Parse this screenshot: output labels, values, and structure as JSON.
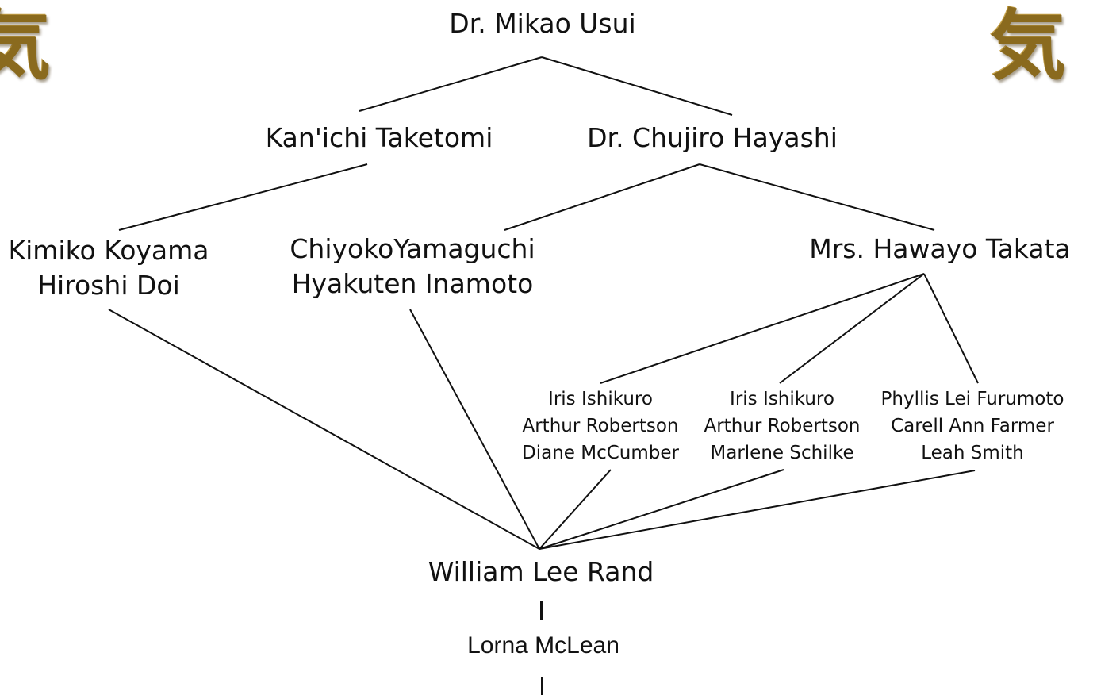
{
  "diagram": {
    "root": "Dr. Mikao Usui",
    "gen2_left": "Kan'ichi Taketomi",
    "gen2_right": "Dr. Chujiro Hayashi",
    "gen3_a": [
      "Kimiko Koyama",
      "Hiroshi Doi"
    ],
    "gen3_b": [
      "ChiyokoYamaguchi",
      "Hyakuten Inamoto"
    ],
    "gen3_c": "Mrs. Hawayo Takata",
    "gen4_a": [
      "Iris Ishikuro",
      "Arthur Robertson",
      "Diane McCumber"
    ],
    "gen4_b": [
      "Iris Ishikuro",
      "Arthur Robertson",
      "Marlene Schilke"
    ],
    "gen4_c": [
      "Phyllis Lei Furumoto",
      "Carell Ann Farmer",
      "Leah Smith"
    ],
    "gen5": "William Lee Rand",
    "gen6": "Lorna McLean"
  },
  "emblems": {
    "left_glyph": "気",
    "right_glyph": "気",
    "color": "#8a6a1e"
  },
  "colors": {
    "line": "#111111",
    "text": "#111111",
    "background": "#ffffff"
  }
}
